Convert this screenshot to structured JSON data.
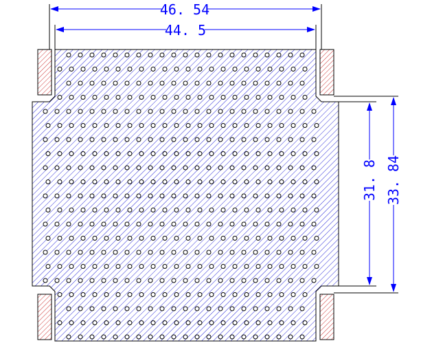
{
  "drawing": {
    "dimensions": {
      "outer_width": "46. 54",
      "inner_width": "44. 5",
      "inner_height": "31. 8",
      "outer_height": "33. 84"
    },
    "colors": {
      "outline": "#000000",
      "dimension": "#0000ff",
      "hatch": "#2a2ad8",
      "holes": "#000000",
      "side_tab_hatch": "#cc3333",
      "background": "#ffffff"
    },
    "hole_grid": {
      "columns": 24,
      "rows": 21
    },
    "icons": [
      "arrow-icon"
    ]
  }
}
